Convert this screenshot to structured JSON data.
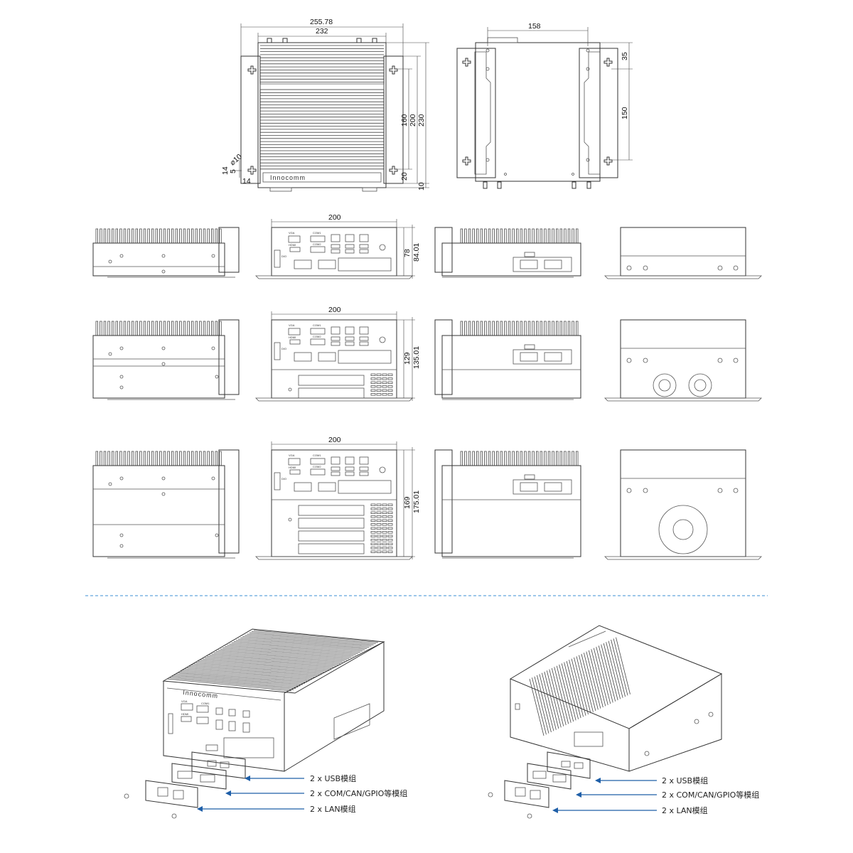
{
  "brand": "Innocomm",
  "top_views": {
    "overall_width": "255.78",
    "fin_width": "232",
    "height_160": "160",
    "height_200": "200",
    "height_230": "230",
    "offset_20": "20",
    "offset_10": "10",
    "hole_diameter": "⌀10",
    "hole_14a": "14",
    "hole_5": "5",
    "hole_14b": "14",
    "bottom_width": "158",
    "bottom_35": "35",
    "bottom_150": "150"
  },
  "rows": [
    {
      "width": "200",
      "height": "78",
      "total_height": "84.01"
    },
    {
      "width": "200",
      "height": "129",
      "total_height": "135.01"
    },
    {
      "width": "200",
      "height": "169",
      "total_height": "175.01"
    }
  ],
  "port_labels": {
    "vga": "VGA",
    "hdmi": "HDMI",
    "com1": "COM1",
    "com2": "COM2",
    "dio": "DIO"
  },
  "module_labels": [
    "2 x USB模组",
    "2 x COM/CAN/GPIO等模组",
    "2 x LAN模组"
  ]
}
